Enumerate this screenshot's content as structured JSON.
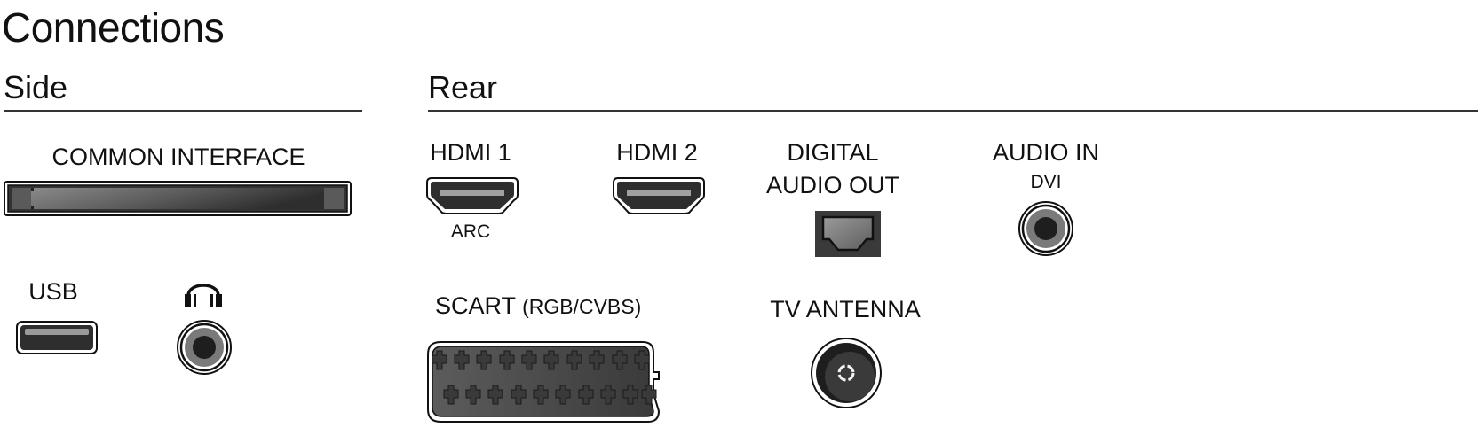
{
  "page": {
    "title": "Connections"
  },
  "sections": {
    "side": {
      "label": "Side",
      "connectors": {
        "common_interface": {
          "label": "COMMON INTERFACE",
          "icon": "ci-slot-icon"
        },
        "usb": {
          "label": "USB",
          "icon": "usb-port-icon"
        },
        "headphones": {
          "label": "",
          "icon": "headphones-icon",
          "port_icon": "headphone-jack-icon"
        }
      }
    },
    "rear": {
      "label": "Rear",
      "connectors": {
        "hdmi1": {
          "label": "HDMI 1",
          "sublabel": "ARC",
          "icon": "hdmi-port-icon"
        },
        "hdmi2": {
          "label": "HDMI 2",
          "icon": "hdmi-port-icon"
        },
        "digital_audio_out": {
          "label_line1": "DIGITAL",
          "label_line2": "AUDIO OUT",
          "icon": "optical-toslink-port-icon"
        },
        "audio_in": {
          "label": "AUDIO IN",
          "sublabel": "DVI",
          "icon": "audio-jack-icon"
        },
        "scart": {
          "label": "SCART",
          "sublabel": "(RGB/CVBS)",
          "icon": "scart-port-icon"
        },
        "tv_antenna": {
          "label": "TV ANTENNA",
          "icon": "coax-antenna-port-icon"
        }
      }
    }
  },
  "colors": {
    "text": "#111111",
    "rule": "#333333",
    "port_dark": "#2a2a2a",
    "port_mid": "#555555",
    "port_light": "#9a9a9a"
  }
}
